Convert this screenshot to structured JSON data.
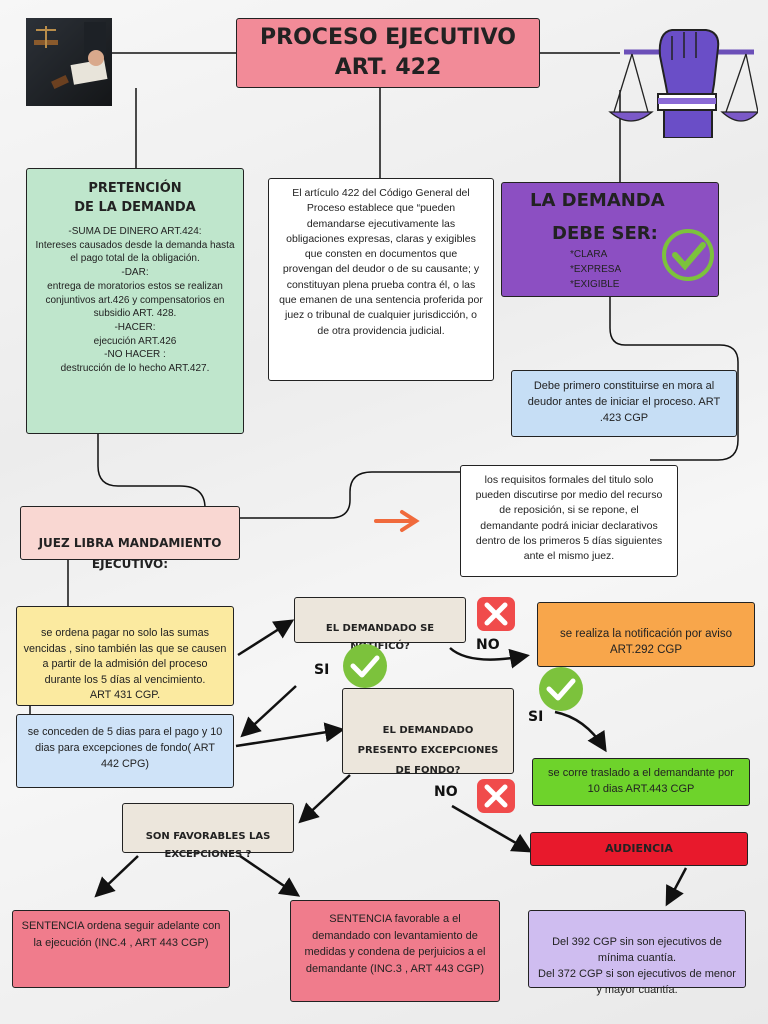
{
  "title": {
    "line1": "PROCESO EJECUTIVO",
    "line2": "ART. 422"
  },
  "pretension": {
    "heading": "PRETENCIÓN\nDE LA DEMANDA",
    "body": "-SUMA DE DINERO ART.424:\nIntereses causados desde la demanda hasta el pago total de la obligación.\n-DAR:\nentrega de moratorios estos se realizan conjuntivos art.426 y compensatorios en subsidio ART. 428.\n-HACER:\nejecución ART.426\n-NO HACER :\ndestrucción de lo hecho ART.427."
  },
  "articulo": {
    "body": "El artículo 422 del Código General del Proceso establece que “pueden demandarse ejecutivamente las obligaciones expresas, claras y exigibles que consten en documentos que provengan del deudor o de su causante; y constituyan plena prueba contra él, o las que emanen de una sentencia proferida por juez o tribunal de cualquier jurisdicción, o de otra providencia judicial."
  },
  "demanda": {
    "heading_line1": "LA DEMANDA",
    "heading_line2": "DEBE SER:",
    "items": [
      "*CLARA",
      "*EXPRESA",
      "*EXIGIBLE"
    ]
  },
  "mora": {
    "body": "Debe primero constituirse en mora al deudor antes de iniciar el proceso. ART .423 CGP"
  },
  "requisitos": {
    "body": "los requisitos formales del titulo solo pueden discutirse por medio del recurso de reposición, si se repone, el demandante podrá iniciar declarativos dentro de los primeros 5 días siguientes ante el mismo juez."
  },
  "juez": {
    "label": "JUEZ LIBRA MANDAMIENTO\nEJECUTIVO:"
  },
  "pagar": {
    "body": "se ordena pagar no solo las sumas vencidas , sino también las que se causen a partir de la admisión del proceso durante los 5 días al vencimiento.\nART 431 CGP."
  },
  "notifico": {
    "label": "EL DEMANDADO SE\nNOTIFICÓ?"
  },
  "aviso": {
    "body": "se realiza la notificación por aviso\nART.292 CGP"
  },
  "conceden": {
    "body": "se conceden de 5 dias para el pago y 10 dias para excepciones de fondo( ART 442 CPG)"
  },
  "excepciones": {
    "label": "EL DEMANDADO\nPRESENTO EXCEPCIONES\nDE FONDO?"
  },
  "traslado": {
    "body": "se corre traslado a el demandante por 10 dias ART.443 CGP"
  },
  "favorables": {
    "label": "SON FAVORABLES LAS\nEXCEPCIONES ?"
  },
  "audiencia": {
    "label": "AUDIENCIA"
  },
  "sentencia1": {
    "body": "SENTENCIA ordena seguir adelante con la ejecución (INC.4 , ART 443 CGP)"
  },
  "sentencia2": {
    "body": "SENTENCIA favorable a el demandado con levantamiento de medidas y condena de perjuicios a el demandante  (INC.3 , ART 443 CGP)"
  },
  "cuantia": {
    "body": "Del 392  CGP sin son ejecutivos de mínima cuantía.\nDel 372 CGP si son ejecutivos de menor y mayor cuantía."
  },
  "labels": {
    "si1": "SI",
    "no1": "NO",
    "si2": "SI",
    "no2": "NO"
  },
  "icons": [
    "judge-photo",
    "justice-fist-scale-icon",
    "check-icon",
    "cross-icon",
    "arrow-icon"
  ],
  "colors": {
    "title_bg": "#f28b98",
    "pretension_bg": "#bfe6cc",
    "demanda_bg": "#8c4fc2",
    "mora_bg": "#c6def5",
    "juez_bg": "#f9d7d2",
    "pagar_bg": "#fbeaa0",
    "question_bg": "#ece6dc",
    "aviso_bg": "#f8a64b",
    "conceden_bg": "#cfe3f8",
    "traslado_bg": "#6ed32b",
    "audiencia_bg": "#e8192c",
    "sentencia_bg": "#f07c8c",
    "cuantia_bg": "#cfbdf0",
    "check": "#7cc23c",
    "cross": "#f04b4b"
  }
}
